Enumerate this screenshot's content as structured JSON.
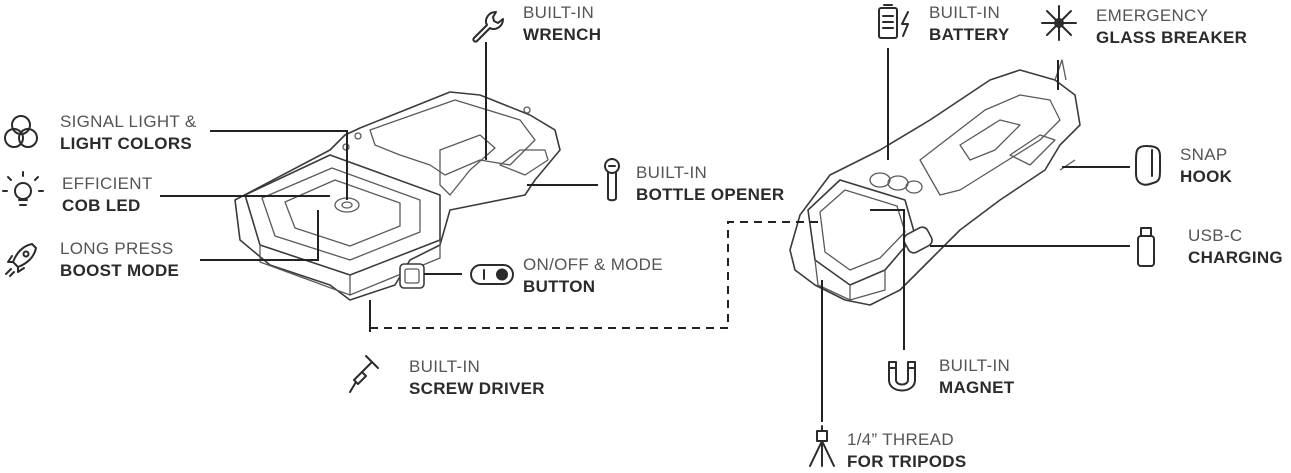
{
  "colors": {
    "line": "#222222",
    "text_light": "#555555",
    "text_bold": "#2b2b2b"
  },
  "features": {
    "signal": {
      "line1": "SIGNAL LIGHT &",
      "line2": "LIGHT COLORS",
      "icon": "rgb-circles-icon"
    },
    "cob": {
      "line1": "EFFICIENT",
      "line2": "COB LED",
      "icon": "lightbulb-icon"
    },
    "boost": {
      "line1": "LONG PRESS",
      "line2": "BOOST MODE",
      "icon": "rocket-icon"
    },
    "wrench": {
      "line1": "BUILT-IN",
      "line2": "WRENCH",
      "icon": "wrench-icon"
    },
    "bottle": {
      "line1": "BUILT-IN",
      "line2": "BOTTLE OPENER",
      "icon": "bottle-opener-icon"
    },
    "button": {
      "line1": "ON/OFF & MODE",
      "line2": "BUTTON",
      "icon": "toggle-switch-icon"
    },
    "screwdriver": {
      "line1": "BUILT-IN",
      "line2": "SCREW DRIVER",
      "icon": "screwdriver-icon"
    },
    "battery": {
      "line1": "BUILT-IN",
      "line2": "BATTERY",
      "icon": "battery-icon"
    },
    "glass": {
      "line1": "EMERGENCY",
      "line2": "GLASS BREAKER",
      "icon": "glass-breaker-icon"
    },
    "snap": {
      "line1": "SNAP",
      "line2": "HOOK",
      "icon": "carabiner-icon"
    },
    "usbc": {
      "line1": "USB-C",
      "line2": "CHARGING",
      "icon": "usb-c-icon"
    },
    "magnet": {
      "line1": "BUILT-IN",
      "line2": "MAGNET",
      "icon": "magnet-icon"
    },
    "thread": {
      "line1": "1/4” THREAD",
      "line2": "FOR TRIPODS",
      "icon": "tripod-icon"
    }
  }
}
